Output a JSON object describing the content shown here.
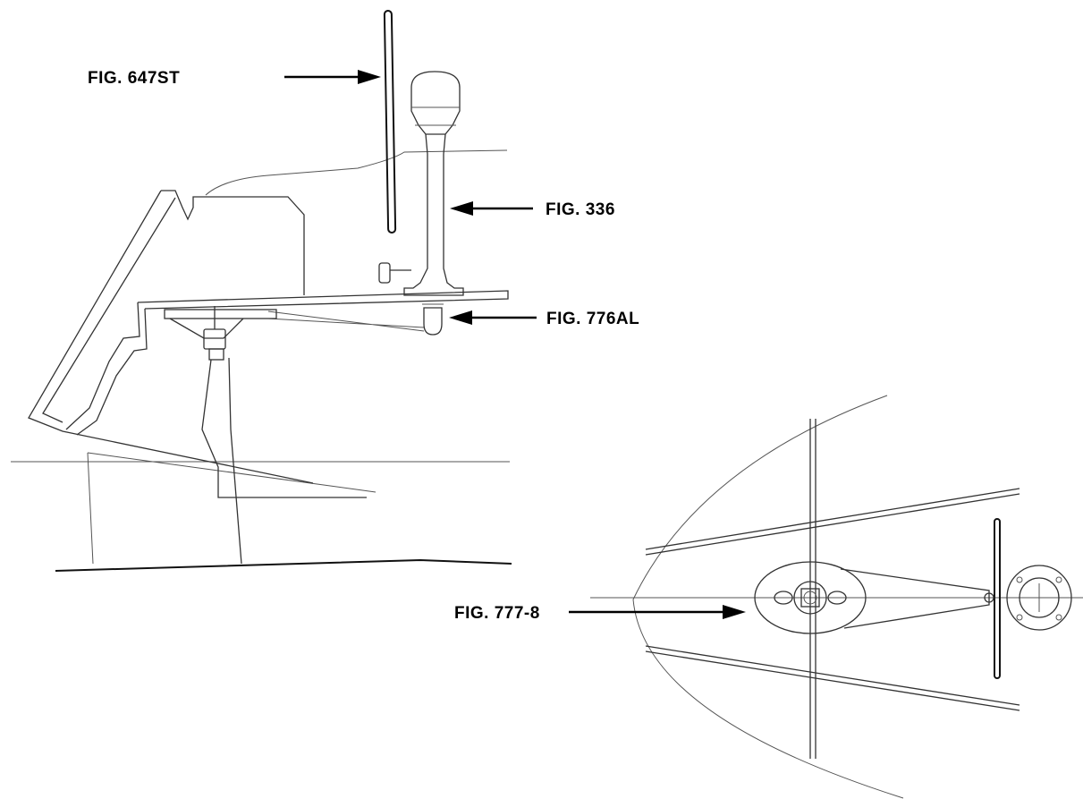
{
  "callouts": {
    "fig_647st": "FIG. 647ST",
    "fig_336": "FIG. 336",
    "fig_776al": "FIG. 776AL",
    "fig_777_8": "FIG. 777-8"
  }
}
